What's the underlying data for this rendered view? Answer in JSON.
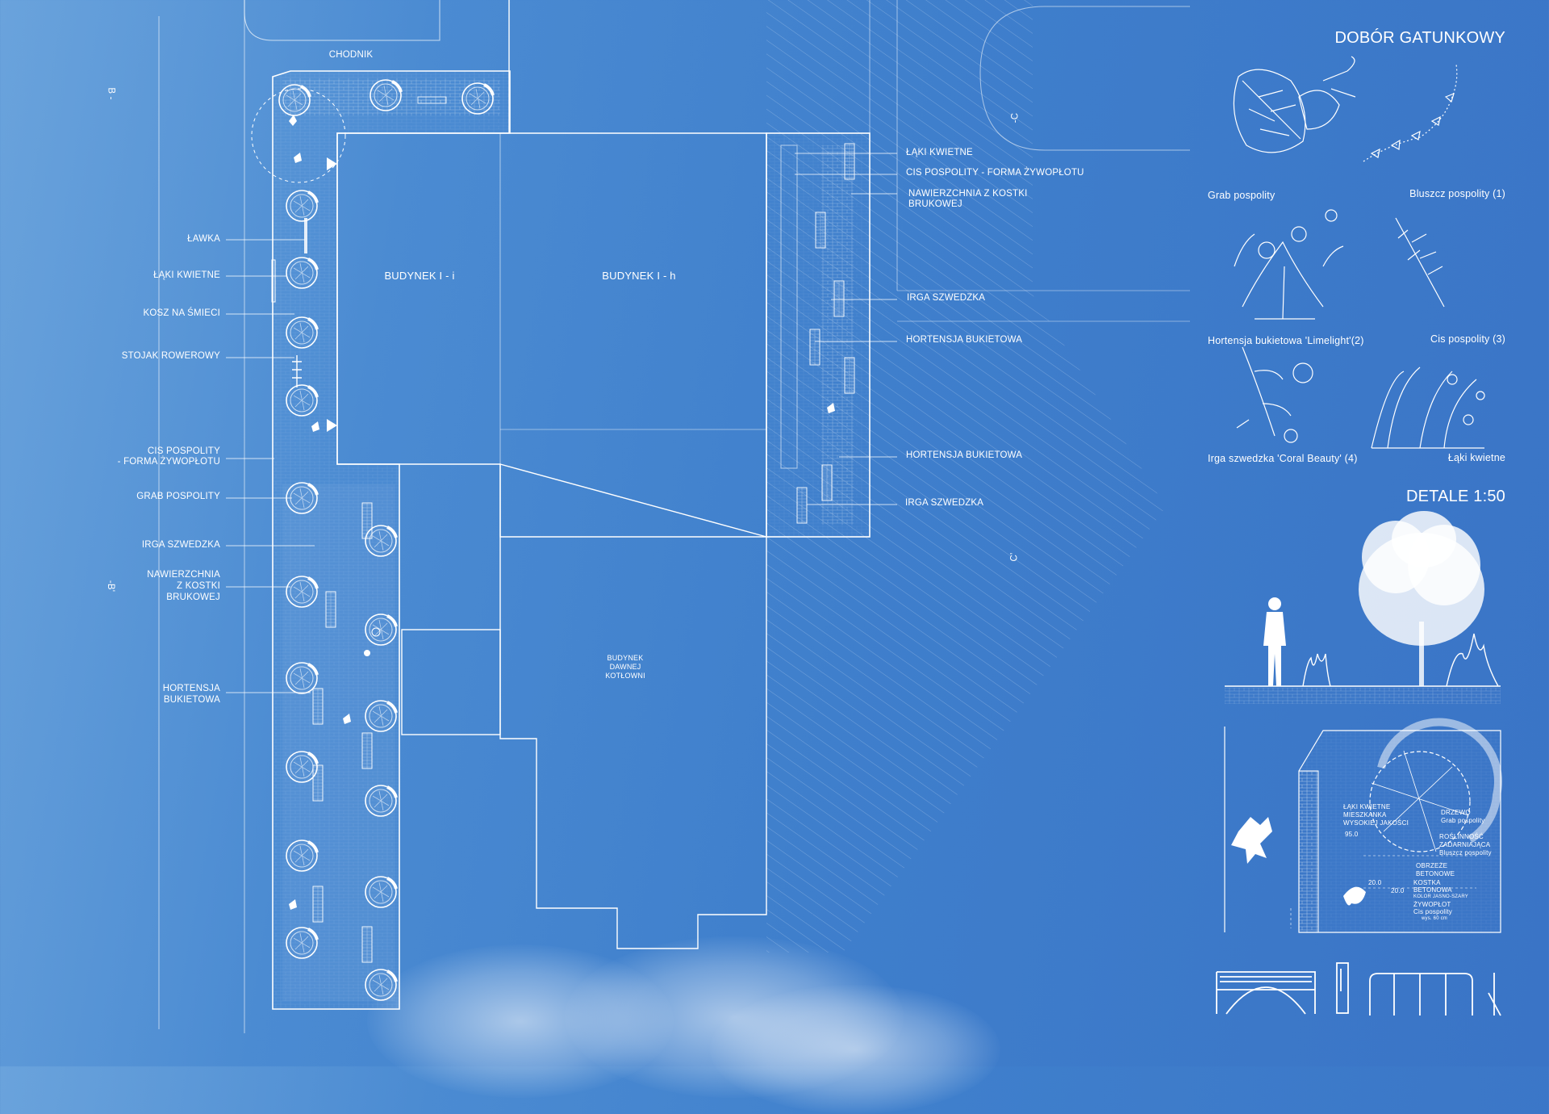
{
  "plan": {
    "chodnik": "CHODNIK",
    "section_b_top": "B -",
    "section_b_bottom": "-B'",
    "section_c_top": "-C",
    "section_c_bottom": "C'",
    "building_ii": "BUDYNEK I - i",
    "building_ih": "BUDYNEK I - h",
    "building_boiler": [
      "BUDYNEK",
      "DAWNEJ",
      "KOTŁOWNI"
    ]
  },
  "left_labels": [
    {
      "lines": [
        "ŁAWKA"
      ]
    },
    {
      "lines": [
        "ŁĄKI KWIETNE"
      ]
    },
    {
      "lines": [
        "KOSZ NA ŚMIECI"
      ]
    },
    {
      "lines": [
        "STOJAK ROWEROWY"
      ]
    },
    {
      "lines": [
        "CIS POSPOLITY",
        "- FORMA ŻYWOPŁOTU"
      ]
    },
    {
      "lines": [
        "GRAB POSPOLITY"
      ]
    },
    {
      "lines": [
        "IRGA SZWEDZKA"
      ]
    },
    {
      "lines": [
        "NAWIERZCHNIA",
        "Z KOSTKI",
        "BRUKOWEJ"
      ]
    },
    {
      "lines": [
        "HORTENSJA",
        "BUKIETOWA"
      ]
    }
  ],
  "right_labels": [
    {
      "lines": [
        "ŁĄKI KWIETNE"
      ]
    },
    {
      "lines": [
        "CIS POSPOLITY - FORMA ŻYWOPŁOTU"
      ]
    },
    {
      "lines": [
        "NAWIERZCHNIA Z KOSTKI",
        "BRUKOWEJ"
      ]
    },
    {
      "lines": [
        "IRGA SZWEDZKA"
      ]
    },
    {
      "lines": [
        "HORTENSJA BUKIETOWA"
      ]
    },
    {
      "lines": [
        "HORTENSJA BUKIETOWA"
      ]
    },
    {
      "lines": [
        "IRGA SZWEDZKA"
      ]
    }
  ],
  "species": {
    "title": "DOBÓR GATUNKOWY",
    "items": [
      {
        "name": "Grab pospolity"
      },
      {
        "name": "Bluszcz pospolity (1)"
      },
      {
        "name": "Hortensja bukietowa 'Limelight'(2)"
      },
      {
        "name": "Cis pospolity (3)"
      },
      {
        "name": "Irga szwedzka 'Coral Beauty' (4)"
      },
      {
        "name": "Łąki kwietne"
      }
    ]
  },
  "details": {
    "title": "DETALE 1:50",
    "plan_notes": [
      {
        "lines": [
          "ŁĄKI KWIETNE",
          "MIESZKANKA",
          "WYSOKIEJ JAKOŚCI"
        ]
      },
      {
        "lines": [
          "95.0"
        ]
      },
      {
        "lines": [
          "DRZEWO",
          "Grab pospolity"
        ]
      },
      {
        "lines": [
          "ROŚLINNOŚĆ",
          "ZADARNIAJĄCA",
          "Bluszcz pospolity"
        ]
      },
      {
        "lines": [
          "OBRZEŻE",
          "BETONOWE"
        ]
      },
      {
        "lines": [
          "20.0"
        ]
      },
      {
        "lines": [
          "20.0"
        ]
      },
      {
        "lines": [
          "KOSTKA",
          "BETONOWA",
          "KOLOR JASNO-SZARY"
        ]
      },
      {
        "lines": [
          "ŻYWOPŁOT",
          "Cis pospolity",
          "wys. 60 cm"
        ]
      }
    ]
  },
  "icons": [
    "flower-meadow-icon",
    "bench-icon",
    "bin-icon",
    "bike-rack-icon",
    "tree-canopy-icon",
    "person-silhouette-icon",
    "tree-silhouette-icon",
    "leaf-sketch-icon"
  ],
  "colors": {
    "background": "#4784cf",
    "lines": "#ffffff",
    "cloud": "#ffffff"
  }
}
